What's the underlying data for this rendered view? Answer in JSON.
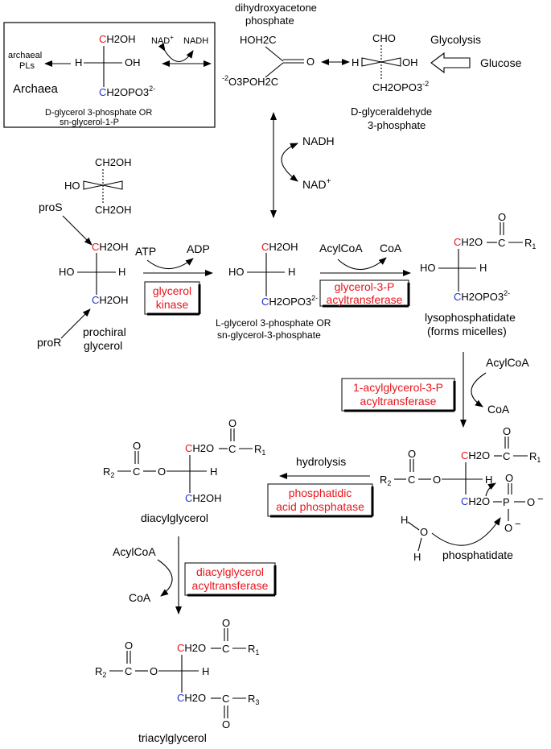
{
  "colors": {
    "red": "#e8151b",
    "blue": "#2233cc"
  },
  "archaea_box": {
    "ch2oh": "H2OH",
    "ho_left": "H",
    "oh": "OH",
    "ch2opo3": "H2OPO3",
    "charge": "2-",
    "c_label": "C",
    "nad_plus": "NAD",
    "nadh": "NADH",
    "plus": "+",
    "archaeal_pls_1": "archaeal",
    "archaeal_pls_2": "PLs",
    "archaea": "Archaea",
    "caption_1": "D-glycerol 3-phosphate OR",
    "caption_2": "sn-glycerol-1-P"
  },
  "dhap": {
    "title_1": "dihydroxyacetone",
    "title_2": "phosphate",
    "hoh2c": "HOH2C",
    "o": "O",
    "o3poh2c": "O3POH2C",
    "charge": "-2"
  },
  "gap": {
    "cho": "CHO",
    "h": "H",
    "oh": "OH",
    "ch2opo3": "CH2OPO3",
    "charge": "-2",
    "caption_1": "D-glyceraldehyde",
    "caption_2": "3-phosphate"
  },
  "glycolysis": "Glycolysis",
  "glucose": "Glucose",
  "mid_cofactors": {
    "nadh": "NADH",
    "nad": "NAD",
    "plus": "+"
  },
  "glycerol_top": {
    "ch2oh_top": "CH2OH",
    "ho": "HO",
    "ch2oh_bot": "CH2OH"
  },
  "prochiral": {
    "pros": "proS",
    "pror": "proR",
    "ch2oh": "H2OH",
    "ho": "HO",
    "h": "H",
    "c": "C",
    "caption_1": "prochiral",
    "caption_2": "glycerol"
  },
  "step1": {
    "atp": "ATP",
    "adp": "ADP",
    "enzyme_1": "glycerol",
    "enzyme_2": "kinase"
  },
  "g3p": {
    "ch2oh": "H2OH",
    "ho": "HO",
    "h": "H",
    "ch2opo3": "H2OPO3",
    "charge": "2-",
    "c": "C",
    "caption_1": "L-glycerol 3-phosphate OR",
    "caption_2": "sn-glycerol-3-phosphate"
  },
  "step2": {
    "acylcoa": "AcylCoA",
    "coa": "CoA",
    "enzyme_1": "glycerol-3-P",
    "enzyme_2": "acyltransferase"
  },
  "lyso": {
    "ch2o": "H2O",
    "c_carbonyl": "C",
    "o": "O",
    "r1": "R",
    "sub1": "1",
    "ho": "HO",
    "h": "H",
    "ch2opo3": "H2OPO3",
    "charge": "2-",
    "c": "C",
    "caption_1": "lysophosphatidate",
    "caption_2": "(forms micelles)"
  },
  "step3": {
    "acylcoa": "AcylCoA",
    "coa": "CoA",
    "enzyme_1": "1-acylglycerol-3-P",
    "enzyme_2": "acyltransferase"
  },
  "pa": {
    "ch2o": "H2O",
    "c": "C",
    "o": "O",
    "r1": "R",
    "sub1": "1",
    "r2": "R",
    "sub2": "2",
    "h": "H",
    "p": "P",
    "minus": "−",
    "caption": "phosphatidate",
    "water_h": "H",
    "water_o": "O"
  },
  "step4": {
    "hydrolysis": "hydrolysis",
    "enzyme_1": "phosphatidic",
    "enzyme_2": "acid phosphatase"
  },
  "dag": {
    "ch2o": "H2O",
    "c": "C",
    "o": "O",
    "r1": "R",
    "sub1": "1",
    "r2": "R",
    "sub2": "2",
    "h": "H",
    "ch2oh": "H2OH",
    "caption": "diacylglycerol"
  },
  "step5": {
    "acylcoa": "AcylCoA",
    "coa": "CoA",
    "enzyme_1": "diacylglycerol",
    "enzyme_2": "acyltransferase"
  },
  "tag": {
    "ch2o": "H2O",
    "c": "C",
    "o": "O",
    "r1": "R",
    "sub1": "1",
    "r2": "R",
    "sub2": "2",
    "r3": "R",
    "sub3": "3",
    "h": "H",
    "caption": "triacylglycerol"
  }
}
